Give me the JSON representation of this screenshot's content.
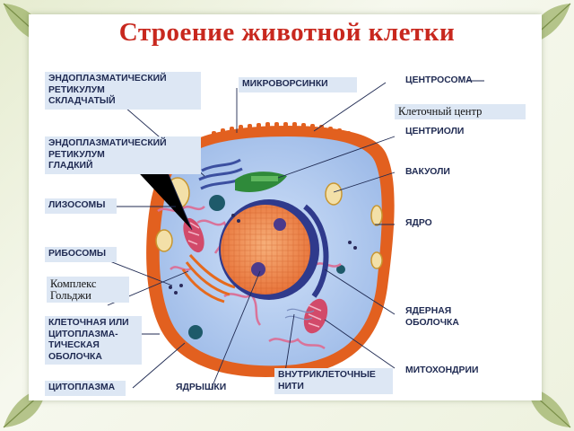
{
  "title": "Строение животной клетки",
  "labels": {
    "er_rough": "ЭНДОПЛАЗМАТИЧЕСКИЙ\nРЕТИКУЛУМ\nСКЛАДЧАТЫЙ",
    "er_smooth": "ЭНДОПЛАЗМАТИЧЕСКИЙ\nРЕТИКУЛУМ\nГЛАДКИЙ",
    "lysosomes": "ЛИЗОСОМЫ",
    "ribosomes": "РИБОСОМЫ",
    "golgi": "Комплекс\nГольджи",
    "membrane": "КЛЕТОЧНАЯ ИЛИ\nЦИТОПЛАЗМА-\nТИЧЕСКАЯ\nОБОЛОЧКА",
    "cytoplasm": "ЦИТОПЛАЗМА",
    "nucleoli": "ЯДРЫШКИ",
    "microvilli": "МИКРОВОРСИНКИ",
    "centrosome": "ЦЕНТРОСОМА",
    "cell_center": "Клеточный центр",
    "centrioles": "ЦЕНТРИОЛИ",
    "vacuoles": "ВАКУОЛИ",
    "nucleus": "ЯДРО",
    "nuclear_envelope": "ЯДЕРНАЯ\nОБОЛОЧКА",
    "intracellular_filaments": "ВНУТРИКЛЕТОЧНЫЕ\nНИТИ",
    "mitochondria": "МИТОХОНДРИИ"
  },
  "colors": {
    "title": "#c8281e",
    "label_text": "#1f2a52",
    "label_box": "#dde7f4",
    "membrane": "#e2601f",
    "cytoplasm": "#b9cff0",
    "nucleus": "#f08a4b",
    "nuclear_envelope": "#2f3a8c",
    "mitochondria": "#d24a6a",
    "er": "#f2a6c2",
    "golgi": "#e56a1e",
    "centrosome": "#2f8a3a"
  },
  "icons": [
    "leaf-corner-icon"
  ]
}
